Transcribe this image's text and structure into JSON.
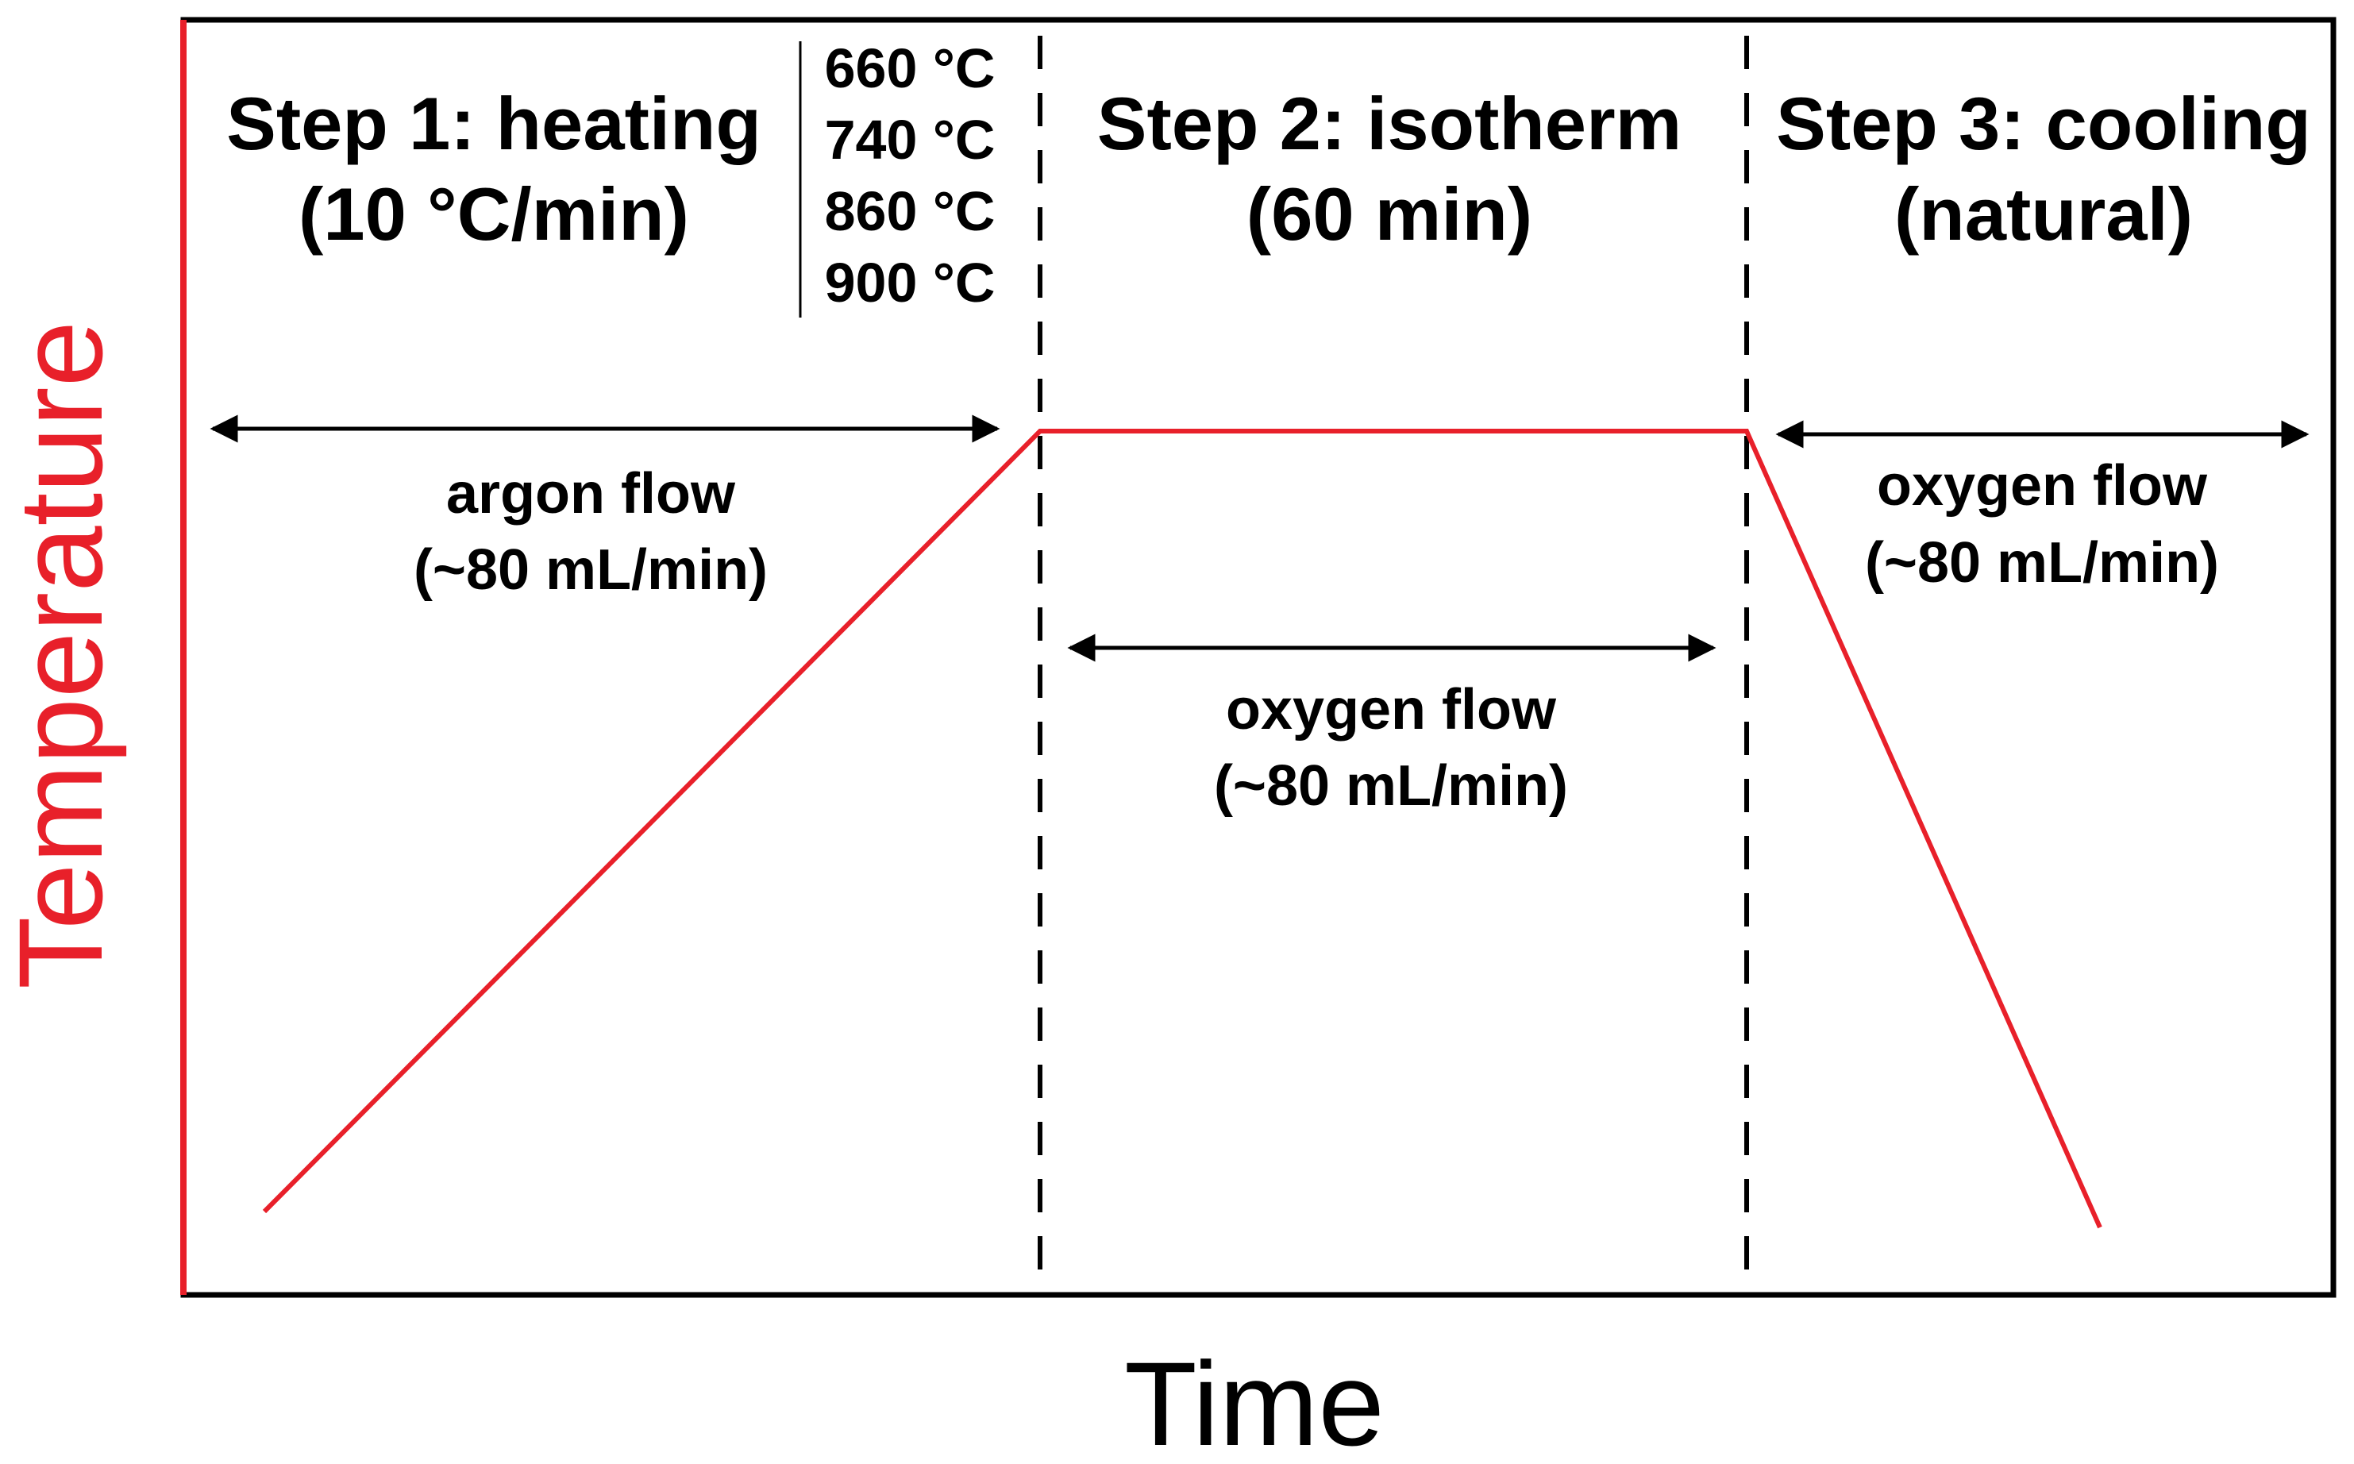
{
  "axes": {
    "x_label": "Time",
    "y_label": "Temperature",
    "y_label_color": "#e8202a",
    "profile_color": "#e8202a",
    "frame_color": "#000000"
  },
  "steps": [
    {
      "title": "Step 1: heating",
      "detail": "(10 °C/min)"
    },
    {
      "title": "Step 2: isotherm",
      "detail": "(60 min)"
    },
    {
      "title": "Step 3: cooling",
      "detail": "(natural)"
    }
  ],
  "isotherm_temperatures": [
    "660 °C",
    "740 °C",
    "860 °C",
    "900 °C"
  ],
  "gas_flows": [
    {
      "gas": "argon flow",
      "rate": "(~80 mL/min)"
    },
    {
      "gas": "oxygen flow",
      "rate": "(~80 mL/min)"
    },
    {
      "gas": "oxygen flow",
      "rate": "(~80 mL/min)"
    }
  ]
}
